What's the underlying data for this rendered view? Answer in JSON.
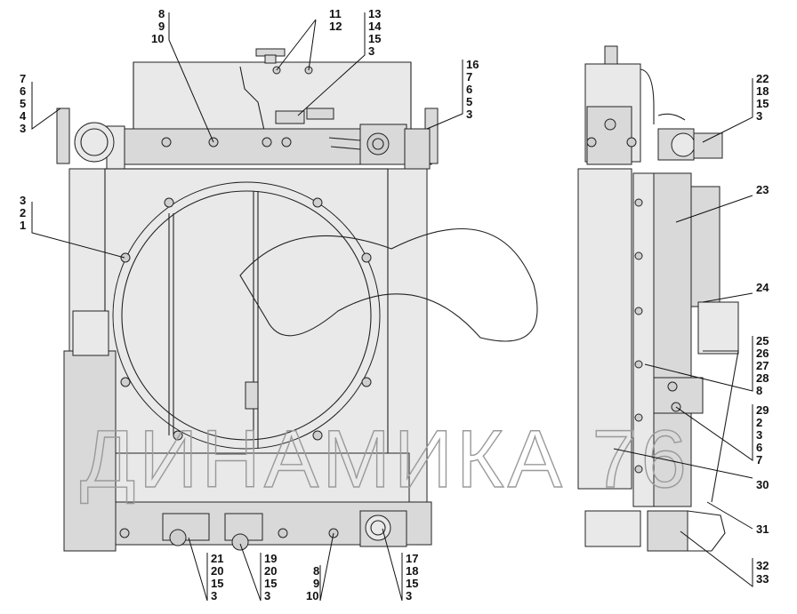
{
  "watermark": {
    "text": "ДИНАМИКА 76",
    "color": "#9a9a9a"
  },
  "callouts": {
    "left_upper": [
      "7",
      "6",
      "5",
      "4",
      "3"
    ],
    "left_middle": [
      "3",
      "2",
      "1"
    ],
    "top_8_9_10": [
      "8",
      "9",
      "10"
    ],
    "top_11_12": [
      "11",
      "12"
    ],
    "top_13_14_15_3": [
      "13",
      "14",
      "15",
      "3"
    ],
    "top_16": [
      "16",
      "7",
      "6",
      "5",
      "3"
    ],
    "bottom_21": [
      "21",
      "20",
      "15",
      "3"
    ],
    "bottom_19": [
      "19",
      "20",
      "15",
      "3"
    ],
    "bottom_8_9_10": [
      "8",
      "9",
      "10"
    ],
    "bottom_17": [
      "17",
      "18",
      "15",
      "3"
    ],
    "side_22": [
      "22",
      "18",
      "15",
      "3"
    ],
    "side_23": "23",
    "side_24": "24",
    "side_25": [
      "25",
      "26",
      "27",
      "28",
      "8"
    ],
    "side_29": [
      "29",
      "2",
      "3",
      "6",
      "7"
    ],
    "side_30": "30",
    "side_31": "31",
    "side_32": [
      "32",
      "33"
    ]
  }
}
